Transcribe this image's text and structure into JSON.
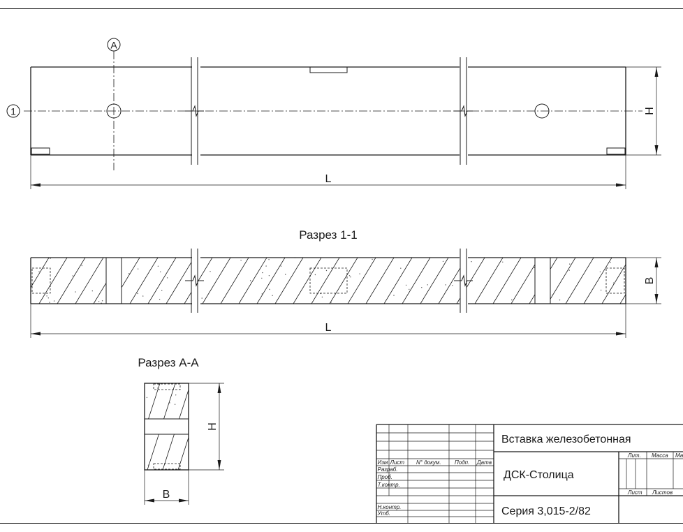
{
  "labels": {
    "axis_letter": "А",
    "axis_number": "1",
    "length": "L",
    "height": "H",
    "width": "B",
    "section_1_1": "Разрез 1-1",
    "section_a_a": "Разрез А-А"
  },
  "title_block": {
    "name": "Вставка железобетонная",
    "organization": "ДСК-Столица",
    "series": "Серия 3,015-2/82",
    "headers": {
      "izm": "Изм",
      "list": "Лист",
      "doc_no": "N° докум.",
      "sign": "Подп.",
      "date": "Дата",
      "lit": "Лит.",
      "mass": "Масса",
      "scale": "Масштаб",
      "sheet": "Лист",
      "sheets": "Листов"
    },
    "roles": {
      "developed": "Разраб.",
      "checked": "Проб.",
      "tech_control": "Т.контр.",
      "norm_control": "Н.контр.",
      "approved": "Утб."
    }
  },
  "colors": {
    "line": "#1a1a1a",
    "background": "#ffffff"
  }
}
